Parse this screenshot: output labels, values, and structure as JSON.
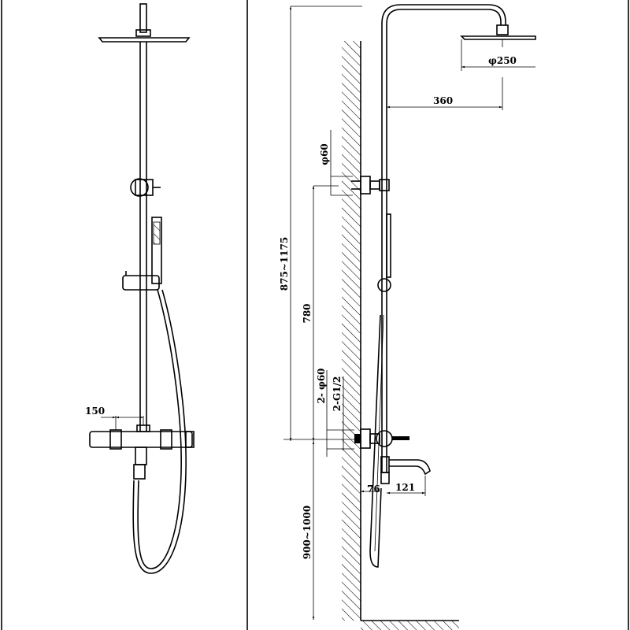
{
  "front_view": {
    "dim_mixer_centers": "150"
  },
  "side_view": {
    "dim_head_diameter": "φ250",
    "dim_arm_reach": "360",
    "dim_flange_top": "φ60",
    "dim_total_height": "875~1175",
    "dim_bracket_spacing": "780",
    "dim_inlet_flange": "2- φ60",
    "dim_inlet_thread": "2-G1/2",
    "dim_floor_height": "900~1000",
    "dim_wall_offset": "76",
    "dim_spout_reach": "121"
  },
  "colors": {
    "line": "#000000",
    "background": "#ffffff"
  }
}
